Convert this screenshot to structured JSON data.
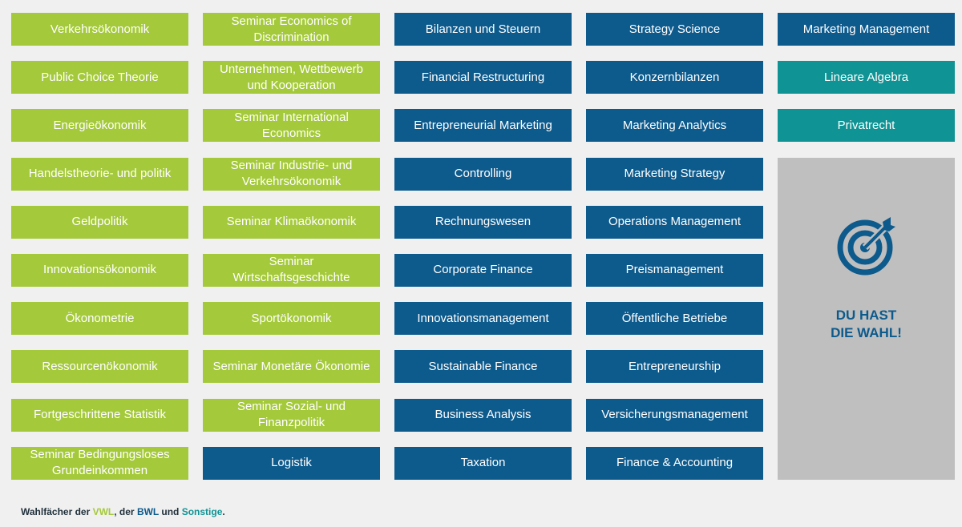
{
  "colors": {
    "vwl": "#a4c93a",
    "bwl": "#0d5a8c",
    "other": "#0f9394",
    "promo_bg": "#bfbfbf"
  },
  "columns": [
    {
      "id": "col1",
      "tiles": [
        {
          "label": "Verkehrsökonomik",
          "cat": "vwl"
        },
        {
          "label": "Public Choice Theorie",
          "cat": "vwl"
        },
        {
          "label": "Energieökonomik",
          "cat": "vwl"
        },
        {
          "label": "Handelstheorie- und politik",
          "cat": "vwl"
        },
        {
          "label": "Geldpolitik",
          "cat": "vwl"
        },
        {
          "label": "Innovationsökonomik",
          "cat": "vwl"
        },
        {
          "label": "Ökonometrie",
          "cat": "vwl"
        },
        {
          "label": "Ressourcenökonomik",
          "cat": "vwl"
        },
        {
          "label": "Fortgeschrittene Statistik",
          "cat": "vwl"
        },
        {
          "label": "Seminar Bedingungsloses Grundeinkommen",
          "cat": "vwl"
        }
      ]
    },
    {
      "id": "col2",
      "tiles": [
        {
          "label": "Seminar Economics of Discrimination",
          "cat": "vwl"
        },
        {
          "label": "Unternehmen, Wettbewerb und Kooperation",
          "cat": "vwl"
        },
        {
          "label": "Seminar International Economics",
          "cat": "vwl"
        },
        {
          "label": "Seminar Industrie- und Verkehrsökonomik",
          "cat": "vwl"
        },
        {
          "label": "Seminar Klimaökonomik",
          "cat": "vwl"
        },
        {
          "label": "Seminar Wirtschaftsgeschichte",
          "cat": "vwl"
        },
        {
          "label": "Sportökonomik",
          "cat": "vwl"
        },
        {
          "label": "Seminar Monetäre Ökonomie",
          "cat": "vwl"
        },
        {
          "label": "Seminar Sozial- und Finanzpolitik",
          "cat": "vwl"
        },
        {
          "label": "Logistik",
          "cat": "bwl"
        }
      ]
    },
    {
      "id": "col3",
      "tiles": [
        {
          "label": "Bilanzen und Steuern",
          "cat": "bwl"
        },
        {
          "label": "Financial Restructuring",
          "cat": "bwl"
        },
        {
          "label": "Entrepreneurial Marketing",
          "cat": "bwl"
        },
        {
          "label": "Controlling",
          "cat": "bwl"
        },
        {
          "label": "Rechnungswesen",
          "cat": "bwl"
        },
        {
          "label": "Corporate Finance",
          "cat": "bwl"
        },
        {
          "label": "Innovationsmanagement",
          "cat": "bwl"
        },
        {
          "label": "Sustainable Finance",
          "cat": "bwl"
        },
        {
          "label": "Business Analysis",
          "cat": "bwl"
        },
        {
          "label": "Taxation",
          "cat": "bwl"
        }
      ]
    },
    {
      "id": "col4",
      "tiles": [
        {
          "label": "Strategy Science",
          "cat": "bwl"
        },
        {
          "label": "Konzernbilanzen",
          "cat": "bwl"
        },
        {
          "label": "Marketing Analytics",
          "cat": "bwl"
        },
        {
          "label": "Marketing Strategy",
          "cat": "bwl"
        },
        {
          "label": "Operations Management",
          "cat": "bwl"
        },
        {
          "label": "Preismanagement",
          "cat": "bwl"
        },
        {
          "label": "Öffentliche Betriebe",
          "cat": "bwl"
        },
        {
          "label": "Entrepreneurship",
          "cat": "bwl"
        },
        {
          "label": "Versicherungsmanagement",
          "cat": "bwl"
        },
        {
          "label": "Finance & Accounting",
          "cat": "bwl"
        }
      ]
    },
    {
      "id": "col5",
      "tiles": [
        {
          "label": "Marketing Management",
          "cat": "bwl"
        },
        {
          "label": "Lineare Algebra",
          "cat": "other"
        },
        {
          "label": "Privatrecht",
          "cat": "other"
        }
      ]
    }
  ],
  "promo": {
    "icon": "target-arrow-icon",
    "line1": "DU HAST",
    "line2": "DIE WAHL!"
  },
  "legend": {
    "prefix": "Wahlfächer der ",
    "vwl": "VWL",
    "sep1": ", der ",
    "bwl": "BWL",
    "sep2": " und ",
    "other": "Sonstige",
    "suffix": "."
  }
}
